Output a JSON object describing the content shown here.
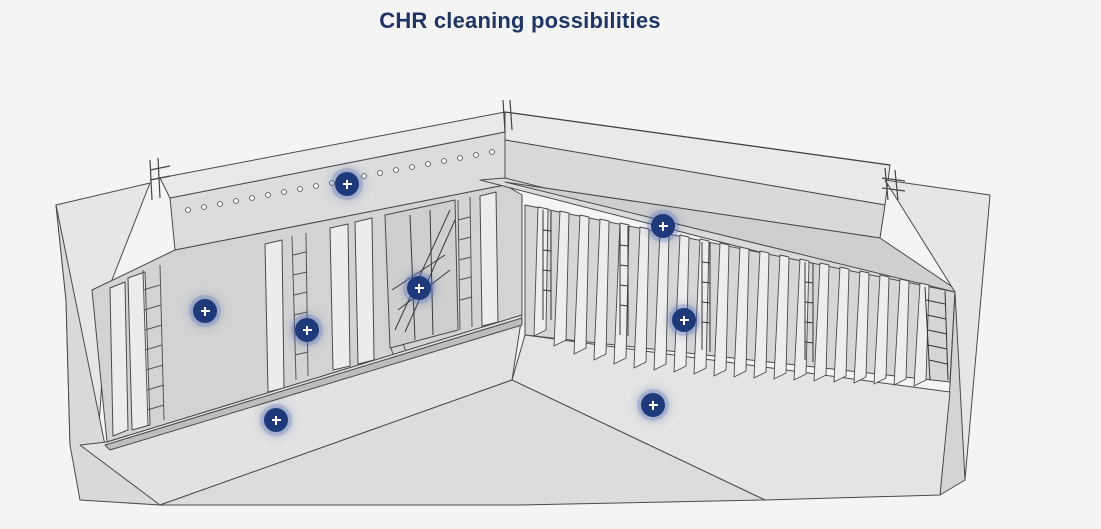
{
  "page": {
    "title": "CHR cleaning possibilities"
  },
  "colors": {
    "accent": "#1e3a7a",
    "title": "#1f3563",
    "background": "#f4f4f4"
  },
  "hotspots": [
    {
      "id": "hotspot-upper-left-wall",
      "icon": "plus-icon"
    },
    {
      "id": "hotspot-upper-right-wall",
      "icon": "plus-icon"
    },
    {
      "id": "hotspot-center-ladder",
      "icon": "plus-icon"
    },
    {
      "id": "hotspot-left-bulkhead",
      "icon": "plus-icon"
    },
    {
      "id": "hotspot-left-frames",
      "icon": "plus-icon"
    },
    {
      "id": "hotspot-right-frames",
      "icon": "plus-icon"
    },
    {
      "id": "hotspot-left-floor",
      "icon": "plus-icon"
    },
    {
      "id": "hotspot-right-floor",
      "icon": "plus-icon"
    }
  ]
}
